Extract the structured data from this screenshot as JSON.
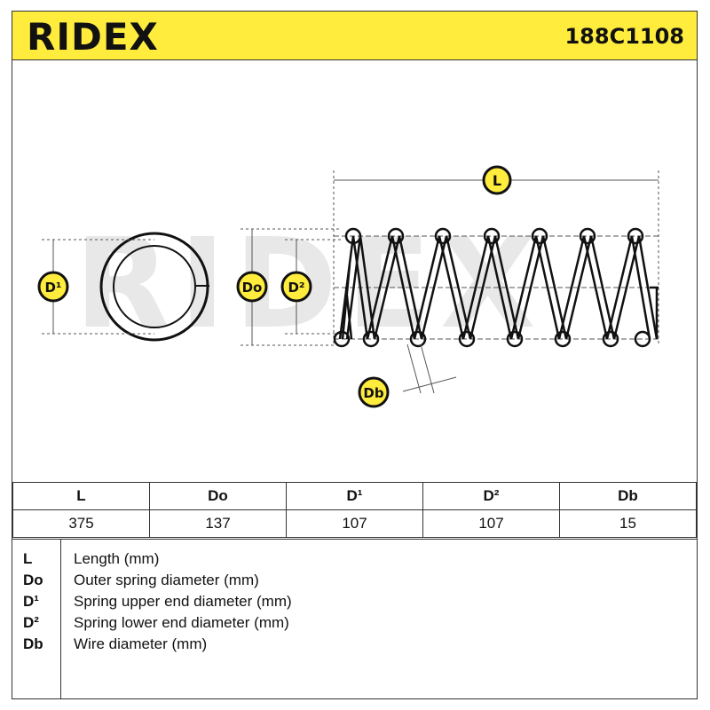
{
  "header": {
    "brand": "RIDEX",
    "part_number": "188C1108",
    "background_color": "#ffec3d"
  },
  "diagram": {
    "watermark": "RIDEX",
    "labels": {
      "D1": "D¹",
      "Do": "Do",
      "D2": "D²",
      "L": "L",
      "Db": "Db"
    },
    "badge_color": "#ffec3d"
  },
  "specs": {
    "headers": [
      "L",
      "Do",
      "D¹",
      "D²",
      "Db"
    ],
    "values": [
      "375",
      "137",
      "107",
      "107",
      "15"
    ]
  },
  "legend": [
    {
      "abbr": "L",
      "desc": "Length (mm)"
    },
    {
      "abbr": "Do",
      "desc": "Outer spring diameter (mm)"
    },
    {
      "abbr": "D¹",
      "desc": "Spring upper end diameter (mm)"
    },
    {
      "abbr": "D²",
      "desc": "Spring lower end diameter (mm)"
    },
    {
      "abbr": "Db",
      "desc": "Wire diameter (mm)"
    }
  ]
}
